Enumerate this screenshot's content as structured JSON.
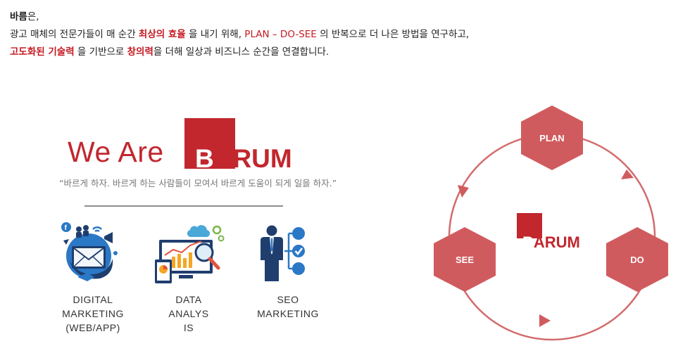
{
  "intro": {
    "company": "바름",
    "company_suffix": "은,",
    "l2_a": "광고 매체의 전문가들이 매 순간 ",
    "l2_highlight": "최상의 효율",
    "l2_b": " 을 내기 위해, ",
    "l2_cycle": "PLAN – DO-SEE",
    "l2_c": " 의 반복으로 더 나은 방법을 연구하고,",
    "l3_highlight": "고도화된 기술력",
    "l3_a": " 을 기반으로 ",
    "l3_highlight2": "창의력",
    "l3_b": "을 더해 일상과 비즈니스 순간을 연결합니다."
  },
  "brand": {
    "we_are": "We Are",
    "logo_first_letter": "B",
    "logo_rest": "ARUM",
    "slogan": "“바르게 하자. 바르게 하는 사람들이 모여서 바르게 도움이 되게 일을 하자.”"
  },
  "services": [
    {
      "icon": "digital-marketing-icon",
      "label": "DIGITAL\nMARKETING\n(WEB/APP)"
    },
    {
      "icon": "data-analysis-icon",
      "label": "DATA\nANALYS\nIS"
    },
    {
      "icon": "seo-marketing-icon",
      "label": "SEO\nMARKETING"
    }
  ],
  "cycle": {
    "plan": "PLAN",
    "do": "DO",
    "see": "SEE",
    "center_logo_first": "B",
    "center_logo_rest": "ARUM"
  },
  "colors": {
    "brand_red": "#c1272d",
    "hex_fill": "#d05b5e",
    "ring": "#d36b6d",
    "icon_navy": "#1f3e6e",
    "icon_blue": "#2b78c6"
  }
}
